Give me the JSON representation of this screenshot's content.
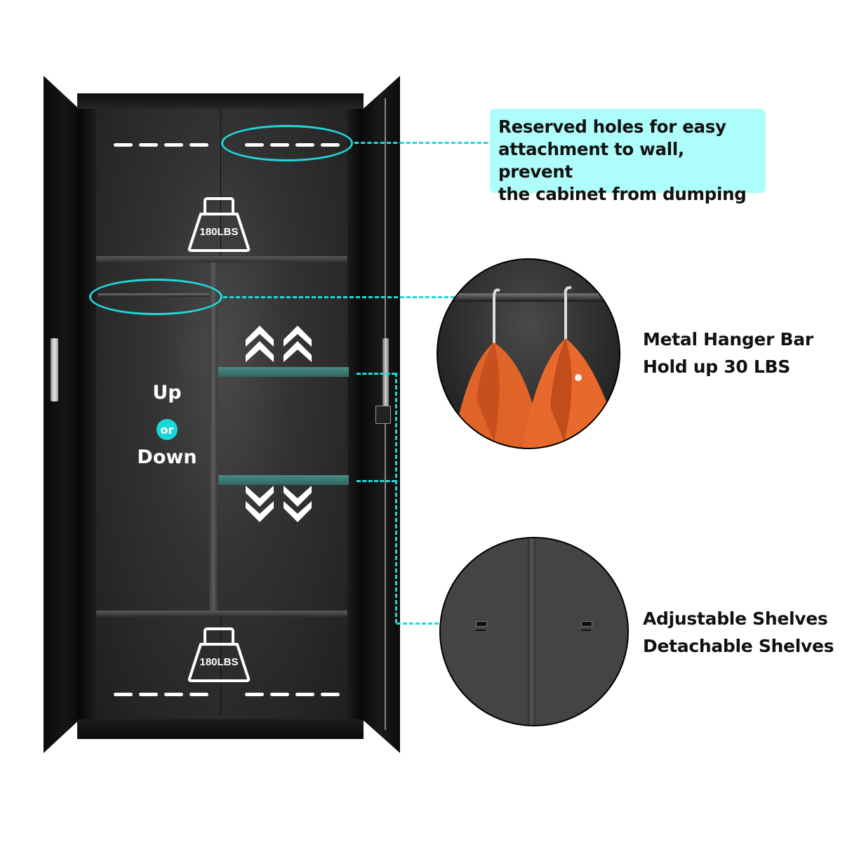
{
  "product": {
    "type": "metal storage cabinet with two open doors",
    "colors": {
      "cabinet": "#141414",
      "accent_cyan": "#1fd8da",
      "callout_bg": "#adfdfb",
      "adjustable_shelf": "#3e7a75",
      "text_dark": "#111111",
      "text_light": "#ffffff"
    }
  },
  "cabinet": {
    "top_weight_icon": {
      "label": "180LBS",
      "icon": "weight-icon"
    },
    "bottom_weight_icon": {
      "label": "180LBS",
      "icon": "weight-icon"
    },
    "adjust_text": {
      "up": "Up",
      "or": "or",
      "down": "Down"
    },
    "arrows": {
      "up_icon": "double-chevron-up-icon",
      "down_icon": "double-chevron-down-icon"
    },
    "top_holes_count": 8,
    "bottom_holes_count": 8
  },
  "callouts": [
    {
      "id": "wall-holes",
      "lines": [
        "Reserved holes for easy",
        "attachment to wall, prevent",
        "the cabinet from dumping"
      ]
    },
    {
      "id": "hanger-bar",
      "lines": [
        "Metal Hanger Bar",
        "Hold up 30 LBS"
      ],
      "image": "closeup-hanger-bar-with-orange-shirts"
    },
    {
      "id": "shelves",
      "lines": [
        "Adjustable Shelves",
        "Detachable Shelves"
      ],
      "image": "closeup-shelf-bracket-slots"
    }
  ]
}
